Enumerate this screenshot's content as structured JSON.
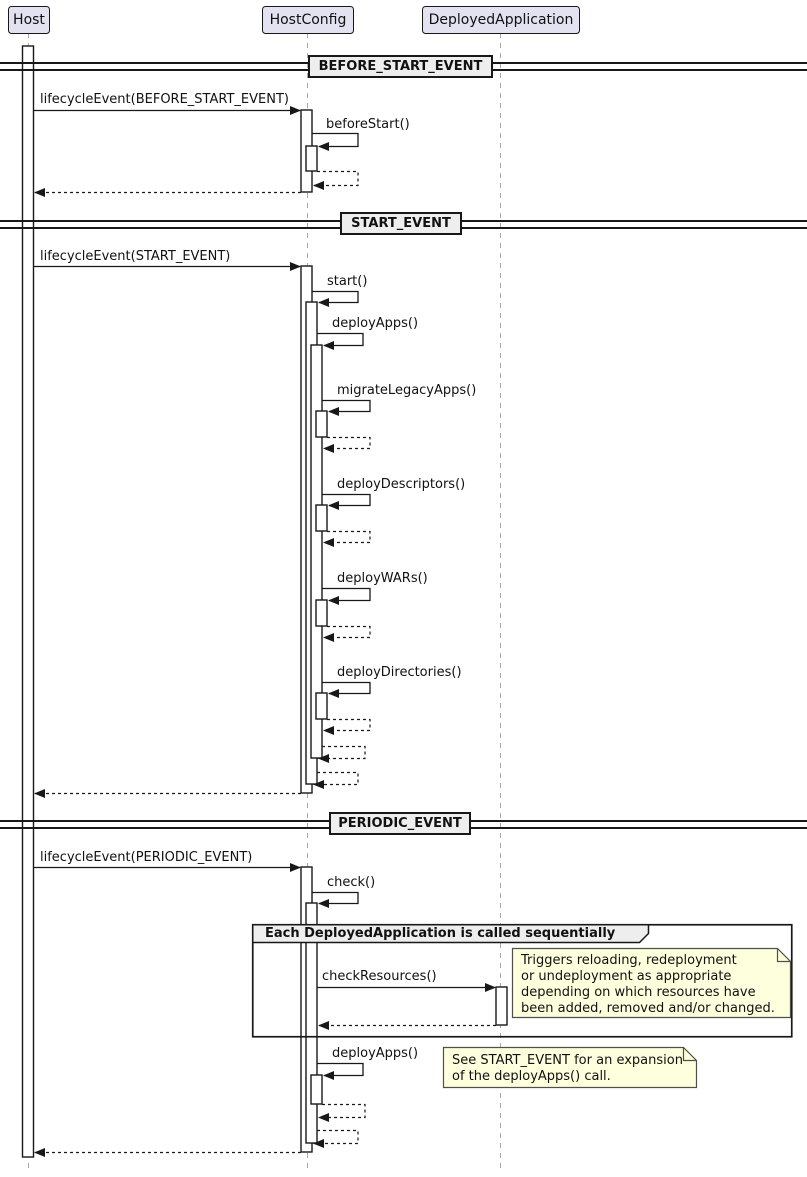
{
  "participants": [
    {
      "label": "Host"
    },
    {
      "label": "HostConfig"
    },
    {
      "label": "DeployedApplication"
    }
  ],
  "dividers": [
    {
      "label": "BEFORE_START_EVENT"
    },
    {
      "label": "START_EVENT"
    },
    {
      "label": "PERIODIC_EVENT"
    }
  ],
  "messages": {
    "before_lifecycle": "lifecycleEvent(BEFORE_START_EVENT)",
    "before_start": "beforeStart()",
    "start_lifecycle": "lifecycleEvent(START_EVENT)",
    "start": "start()",
    "deploy_apps": "deployApps()",
    "migrate_legacy_apps": "migrateLegacyApps()",
    "deploy_descriptors": "deployDescriptors()",
    "deploy_wars": "deployWARs()",
    "deploy_directories": "deployDirectories()",
    "periodic_lifecycle": "lifecycleEvent(PERIODIC_EVENT)",
    "check": "check()",
    "check_resources": "checkResources()",
    "deploy_apps_periodic": "deployApps()"
  },
  "group": {
    "label": "Each DeployedApplication is called sequentially"
  },
  "notes": {
    "check_resources_note": "Triggers reloading, redeployment\nor undeployment as appropriate\ndepending on which resources have\nbeen added, removed and/or changed.",
    "deploy_apps_note": "See START_EVENT for an expansion\nof the deployApps() call."
  },
  "colors": {
    "participant_fill": "#E2E2F0",
    "divider_fill": "#EEEEEE",
    "frame_header_fill": "#EEEEEE",
    "note_fill": "#FEFFDD",
    "line_color": "#181818",
    "lifeline_color": "#A8A8A8",
    "background": "#FFFFFF"
  }
}
